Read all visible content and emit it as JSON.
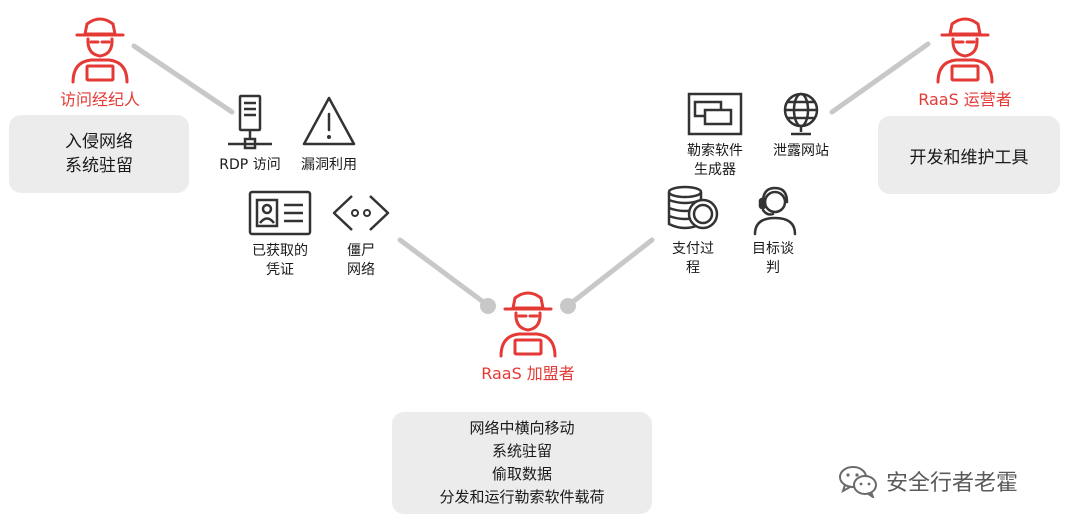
{
  "colors": {
    "accent": "#e53935",
    "box_bg": "#ececec",
    "connector": "#c8c8c8",
    "icon": "#333333"
  },
  "broker": {
    "label": "访问经纪人",
    "box_lines": [
      "入侵网络",
      "系统驻留"
    ]
  },
  "operator": {
    "label": "RaaS 运营者",
    "box_lines": [
      "开发和维护工具"
    ]
  },
  "affiliate": {
    "label": "RaaS 加盟者",
    "box_lines": [
      "网络中横向移动",
      "系统驻留",
      "偷取数据",
      "分发和运行勒索软件载荷"
    ]
  },
  "tools": [
    {
      "icon": "server-icon",
      "lines": [
        "RDP 访问"
      ]
    },
    {
      "icon": "warning-triangle-icon",
      "lines": [
        "漏洞利用"
      ]
    },
    {
      "icon": "id-card-icon",
      "lines": [
        "已获取的",
        "凭证"
      ]
    },
    {
      "icon": "botnet-code-icon",
      "lines": [
        "僵尸",
        "网络"
      ]
    },
    {
      "icon": "builder-window-icon",
      "lines": [
        "勒索软件",
        "生成器"
      ]
    },
    {
      "icon": "globe-monitor-icon",
      "lines": [
        "泄露网站"
      ]
    },
    {
      "icon": "coins-icon",
      "lines": [
        "支付过",
        "程"
      ]
    },
    {
      "icon": "headset-person-icon",
      "lines": [
        "目标谈",
        "判"
      ]
    }
  ],
  "watermark": {
    "icon": "wechat-icon",
    "text": "安全行者老霍"
  }
}
